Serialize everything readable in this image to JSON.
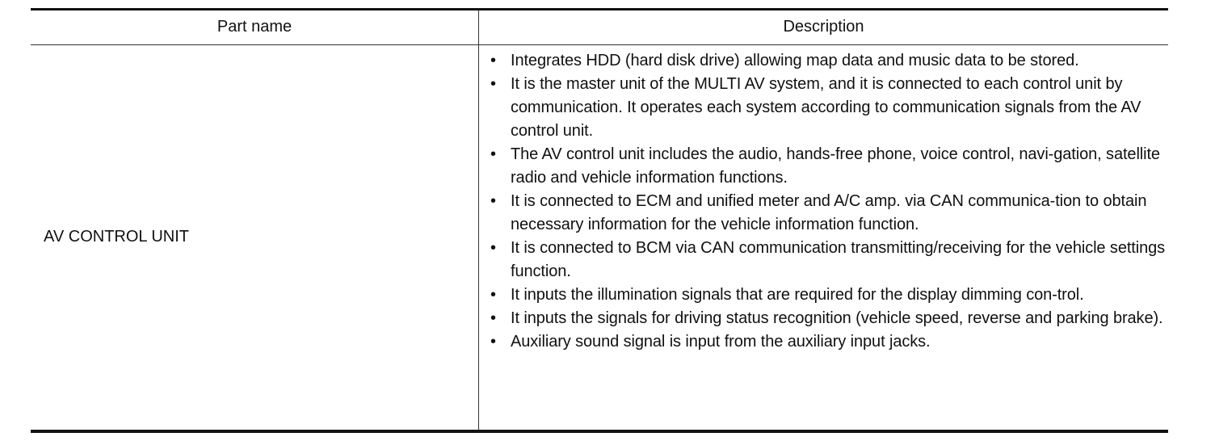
{
  "table": {
    "headers": {
      "part_name": "Part name",
      "description": "Description"
    },
    "rows": [
      {
        "part_name": "AV CONTROL UNIT",
        "description_bullets": [
          "Integrates HDD (hard disk drive) allowing map data and music data to be stored.",
          "It is the master unit of the MULTI AV system, and it is connected to each control unit by communication. It operates each system according to communication signals from the AV control unit.",
          "The AV control unit includes the audio, hands-free phone, voice control, navi-gation, satellite radio and vehicle information functions.",
          "It is connected to ECM and unified meter and A/C amp. via CAN communica-tion to obtain necessary information for the vehicle information function.",
          "It is connected to BCM via CAN communication transmitting/receiving for the vehicle settings function.",
          "It inputs the illumination signals that are required for the display dimming con-trol.",
          "It inputs the signals for driving status recognition (vehicle speed, reverse and parking brake).",
          "Auxiliary sound signal is input from the auxiliary input jacks."
        ]
      }
    ],
    "bullet_glyph": "•"
  }
}
